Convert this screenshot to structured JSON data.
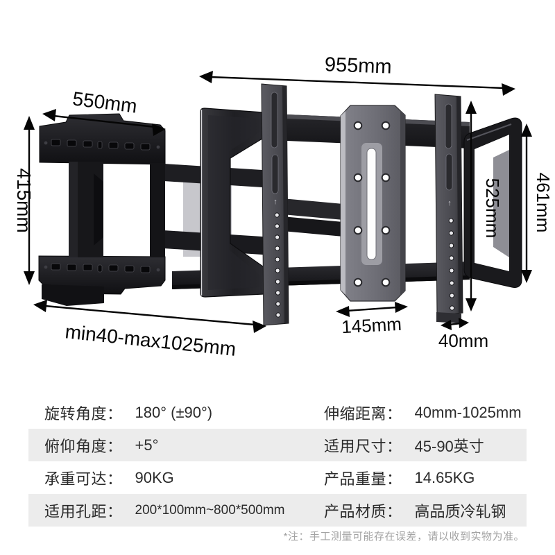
{
  "diagram": {
    "title_hint": "TV wall mount bracket dimension drawing",
    "dimensions": {
      "total_width": "955mm",
      "wall_plate_width": "550mm",
      "wall_plate_height": "415mm",
      "extension_range": "min40-max1025mm",
      "center_plate_width": "145mm",
      "rail_width": "40mm",
      "rail_height": "525mm",
      "frame_height": "461mm"
    },
    "colors": {
      "metal_black": "#1b1b1e",
      "plate_gray": "#74747c",
      "light_gray": "#c6c6cb",
      "annotation": "#050505"
    }
  },
  "spec_table": {
    "stripe_color": "#ececec",
    "rows": [
      {
        "left_label": "旋转角度：",
        "left_value": "180° (±90°)",
        "right_label": "伸缩距离：",
        "right_value": "40mm-1025mm"
      },
      {
        "left_label": "俯仰角度：",
        "left_value": "+5°",
        "right_label": "适用尺寸：",
        "right_value": "45-90英寸"
      },
      {
        "left_label": "承重可达：",
        "left_value": "90KG",
        "right_label": "产品重量：",
        "right_value": "14.65KG"
      },
      {
        "left_label": "适用孔距：",
        "left_value": "200*100mm~800*500mm",
        "right_label": "产品材质：",
        "right_value": "高品质冷轧钢"
      }
    ],
    "footnote": "*注：手工测量可能存在误差，请以收到实物为准。"
  }
}
